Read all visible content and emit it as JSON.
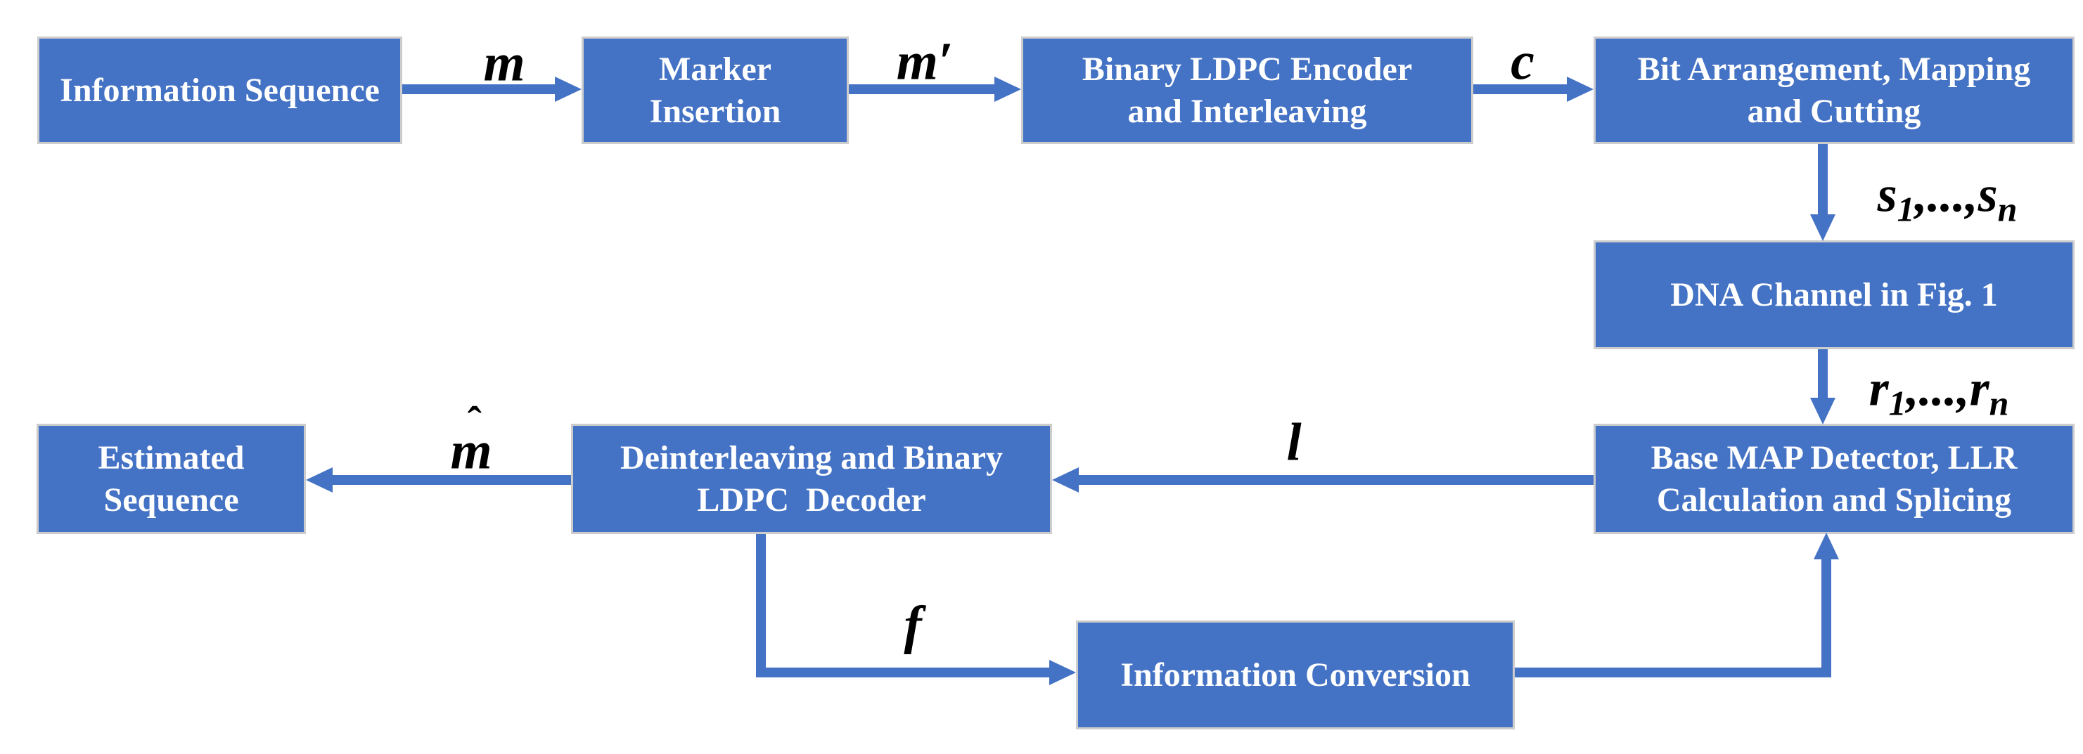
{
  "diagram": {
    "colors": {
      "box_fill": "#4472C4",
      "box_border": "#CCCCCC",
      "arrow": "#4472C4",
      "box_text": "#FFFFFF",
      "label_text": "#000000",
      "background": "#FFFFFF"
    },
    "boxes": {
      "information_sequence": {
        "lines": [
          "Information Sequence"
        ]
      },
      "marker_insertion": {
        "lines": [
          "Marker",
          "Insertion"
        ]
      },
      "binary_ldpc_encoder": {
        "lines": [
          "Binary LDPC Encoder",
          "and Interleaving"
        ]
      },
      "bit_arrangement": {
        "lines": [
          "Bit Arrangement, Mapping",
          "and Cutting"
        ]
      },
      "dna_channel": {
        "lines": [
          "DNA Channel in Fig. 1"
        ]
      },
      "estimated_sequence": {
        "lines": [
          "Estimated",
          "Sequence"
        ]
      },
      "deinterleaving_decoder": {
        "lines": [
          "Deinterleaving and Binary",
          "LDPC  Decoder"
        ]
      },
      "base_map_detector": {
        "lines": [
          "Base MAP Detector, LLR",
          "Calculation and Splicing"
        ]
      },
      "information_conversion": {
        "lines": [
          "Information Conversion"
        ]
      }
    },
    "labels": {
      "m": "m",
      "m_prime": "m′",
      "c": "c",
      "s_sequence": {
        "base_first": "s",
        "sub_first": "1",
        "separator": ",...,",
        "base_last": "s",
        "sub_last": "n"
      },
      "r_sequence": {
        "base_first": "r",
        "sub_first": "1",
        "separator": ",...,",
        "base_last": "r",
        "sub_last": "n"
      },
      "m_hat": {
        "accent": "ˆ",
        "base": "m"
      },
      "l": "l",
      "f": "f"
    }
  }
}
